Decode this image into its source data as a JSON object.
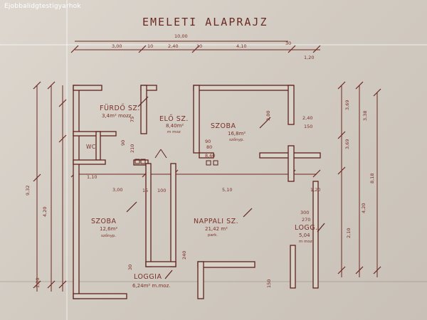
{
  "watermark": "Ejobbalidgtestigyarhok",
  "title": "EMELETI ALAPRAJZ",
  "rooms": {
    "furdo": {
      "name": "FÜRDŐ SZ.",
      "area": "3,4m² mozz."
    },
    "eloter": {
      "name": "ELŐ SZ.",
      "area": "8,40m²",
      "floor": "m moz"
    },
    "szoba_top": {
      "name": "SZOBA",
      "area": "16,8m²",
      "floor": "szőnyp."
    },
    "wc": {
      "name": "WC"
    },
    "szoba_left": {
      "name": "SZOBA",
      "area": "12,6m²",
      "floor": "szőnyp."
    },
    "nappali": {
      "name": "NAPPALI SZ.",
      "area": "21,42 m²",
      "floor": "park."
    },
    "logg": {
      "name": "LOGG.",
      "area": "5,04",
      "floor": "m moz."
    },
    "loggia": {
      "name": "LOGGIA",
      "area": "6,24m² m.moz."
    }
  },
  "dims": {
    "top_total": "10,00",
    "top_a": "3,00",
    "top_b": "2,40",
    "top_c": "4,10",
    "w10a": "10",
    "w10b": "10",
    "w30": "30",
    "top_r": "1,20",
    "mid_a": "3,00",
    "mid_b": "5,10",
    "mid_c": "1,20",
    "d15": "15",
    "d100": "100",
    "r240": "2,40",
    "r150": "150",
    "r300": "300",
    "r270": "270",
    "v369a": "3,69",
    "v369b": "3,69",
    "v338": "3,38",
    "v818": "8,18",
    "v420": "4,20",
    "v420b": "4,20",
    "v300": "3,00",
    "v210": "2,10",
    "v120": "1,20",
    "v932": "9,32",
    "v240": "240",
    "v150": "150",
    "v90": "90",
    "v210b": "210",
    "v75": "75",
    "v30": "30",
    "d860": "8,60",
    "d110": "1,10",
    "d90": "90",
    "d80": "80"
  }
}
